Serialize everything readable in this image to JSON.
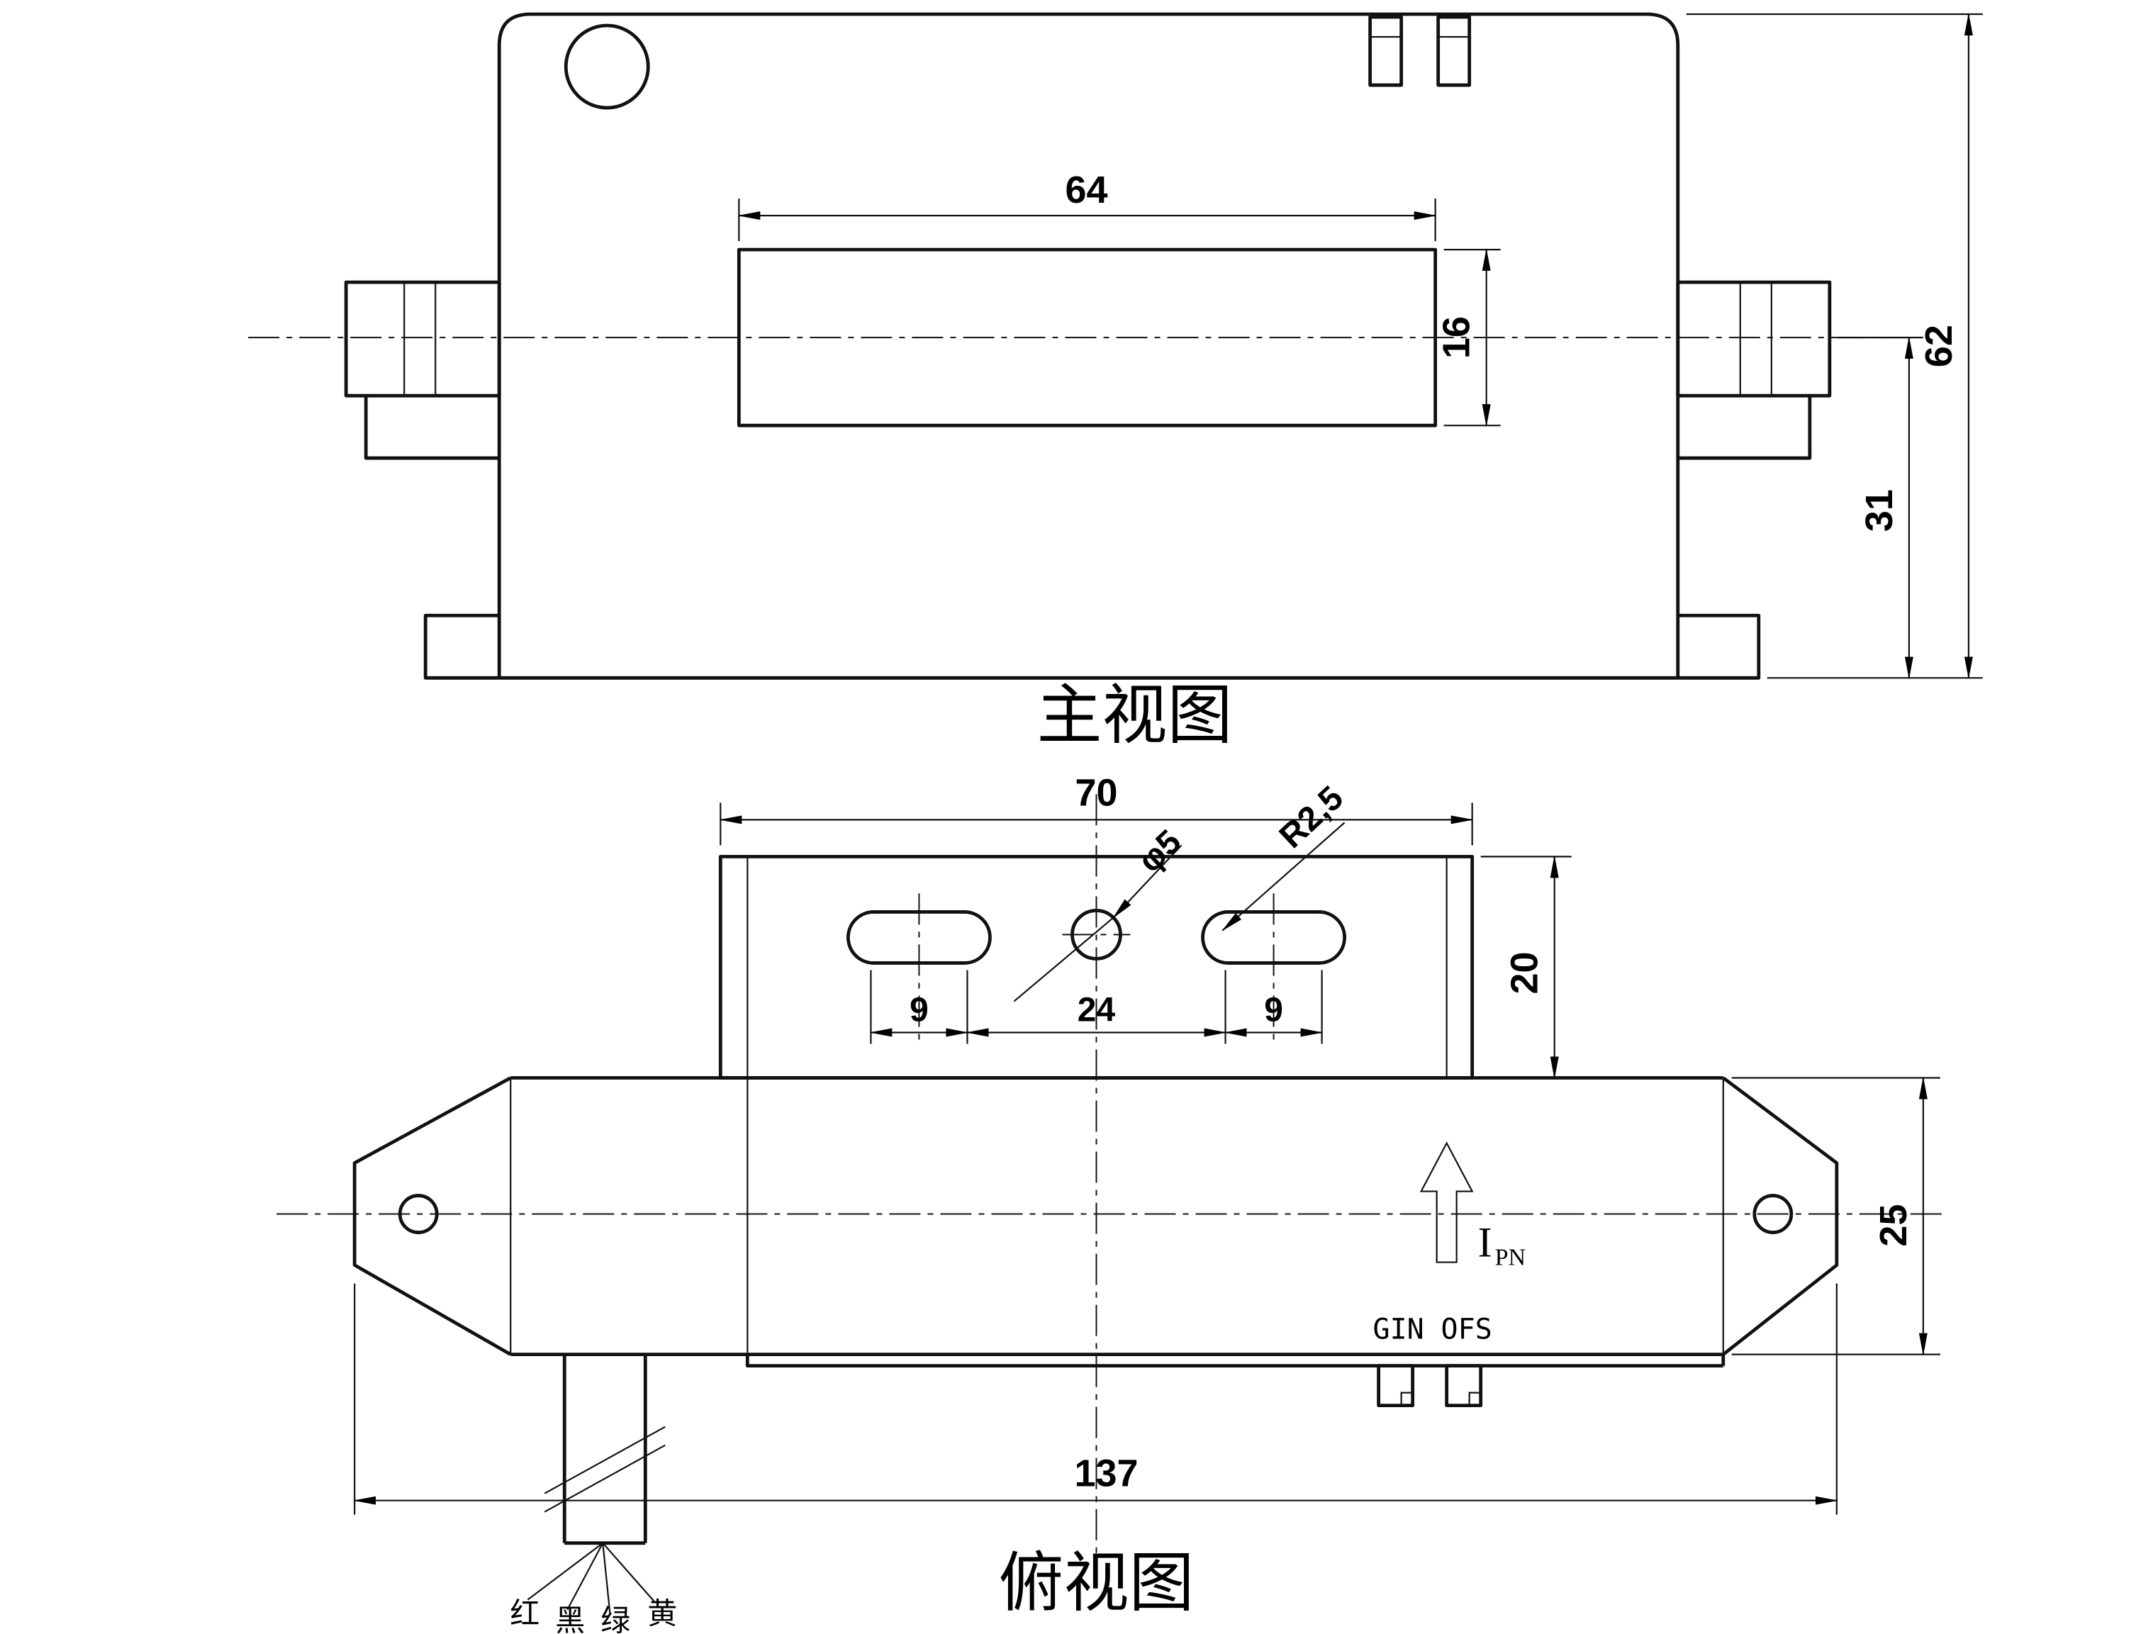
{
  "front_view": {
    "label": "主视图",
    "dim_window_width": "64",
    "dim_window_height": "16",
    "dim_total_height": "62",
    "dim_base_height": "31"
  },
  "top_view": {
    "label": "俯视图",
    "dim_flange_width": "70",
    "dim_flange_depth": "20",
    "dim_slot_left": "9",
    "dim_hole_spacing": "24",
    "dim_slot_right": "9",
    "hole_diameter": "φ5",
    "slot_radius": "R2,5",
    "dim_total_length": "137",
    "dim_bar_width": "25",
    "current_label": "I",
    "current_sub": "PN",
    "pin_gin": "GIN",
    "pin_ofs": "OFS",
    "wires": [
      "红",
      "黑",
      "绿",
      "黄"
    ]
  }
}
